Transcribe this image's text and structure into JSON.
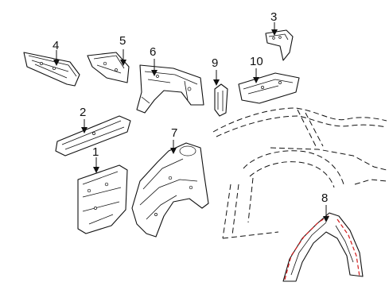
{
  "diagram": {
    "callouts": [
      "1",
      "2",
      "3",
      "4",
      "5",
      "6",
      "7",
      "8",
      "9",
      "10"
    ],
    "colors": {
      "line": "#111111",
      "highlight": "#d11a1a",
      "background": "#ffffff"
    }
  }
}
